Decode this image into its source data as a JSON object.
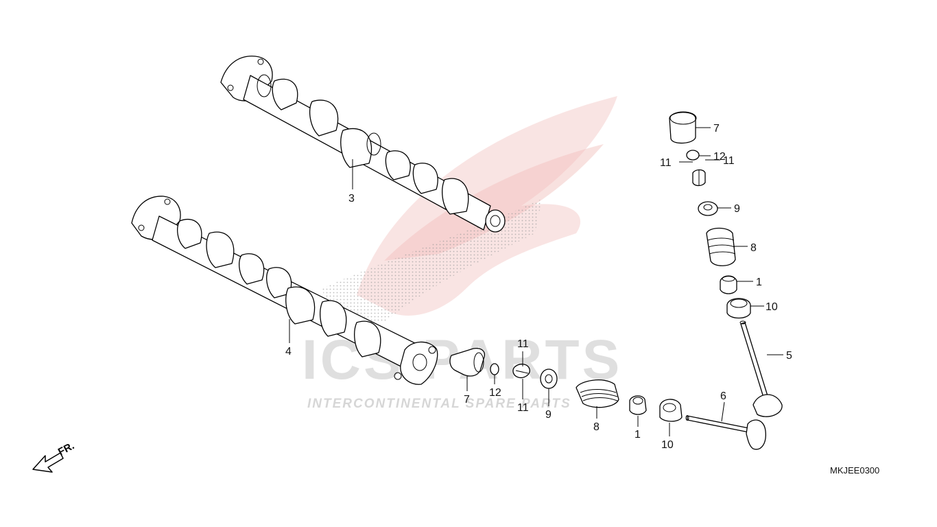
{
  "watermark": {
    "brand": "ICS PARTS",
    "tagline": "INTERCONTINENTAL SPARE PARTS",
    "accent": "#e6332a",
    "gray": "#c9c9c9"
  },
  "diagram_code": "MKJEE0300",
  "front_marker": {
    "label": "FR.",
    "icon": "arrow-front-icon"
  },
  "callouts": [
    {
      "id": "cam-upper",
      "num": "3"
    },
    {
      "id": "cam-lower",
      "num": "4"
    },
    {
      "id": "lifter-lower",
      "num": "7"
    },
    {
      "id": "shim-lower",
      "num": "12"
    },
    {
      "id": "cotter-lower-top",
      "num": "11"
    },
    {
      "id": "cotter-lower-bottom",
      "num": "11"
    },
    {
      "id": "retainer-lower",
      "num": "9"
    },
    {
      "id": "spring-lower",
      "num": "8"
    },
    {
      "id": "seal-lower",
      "num": "1"
    },
    {
      "id": "seat-lower",
      "num": "10"
    },
    {
      "id": "valve-exhaust",
      "num": "6"
    },
    {
      "id": "lifter-upper",
      "num": "7"
    },
    {
      "id": "shim-upper",
      "num": "12"
    },
    {
      "id": "cotter-upper-left",
      "num": "11"
    },
    {
      "id": "cotter-upper-right",
      "num": "11"
    },
    {
      "id": "retainer-upper",
      "num": "9"
    },
    {
      "id": "spring-upper",
      "num": "8"
    },
    {
      "id": "seal-upper",
      "num": "1"
    },
    {
      "id": "seat-upper",
      "num": "10"
    },
    {
      "id": "valve-intake",
      "num": "5"
    }
  ]
}
